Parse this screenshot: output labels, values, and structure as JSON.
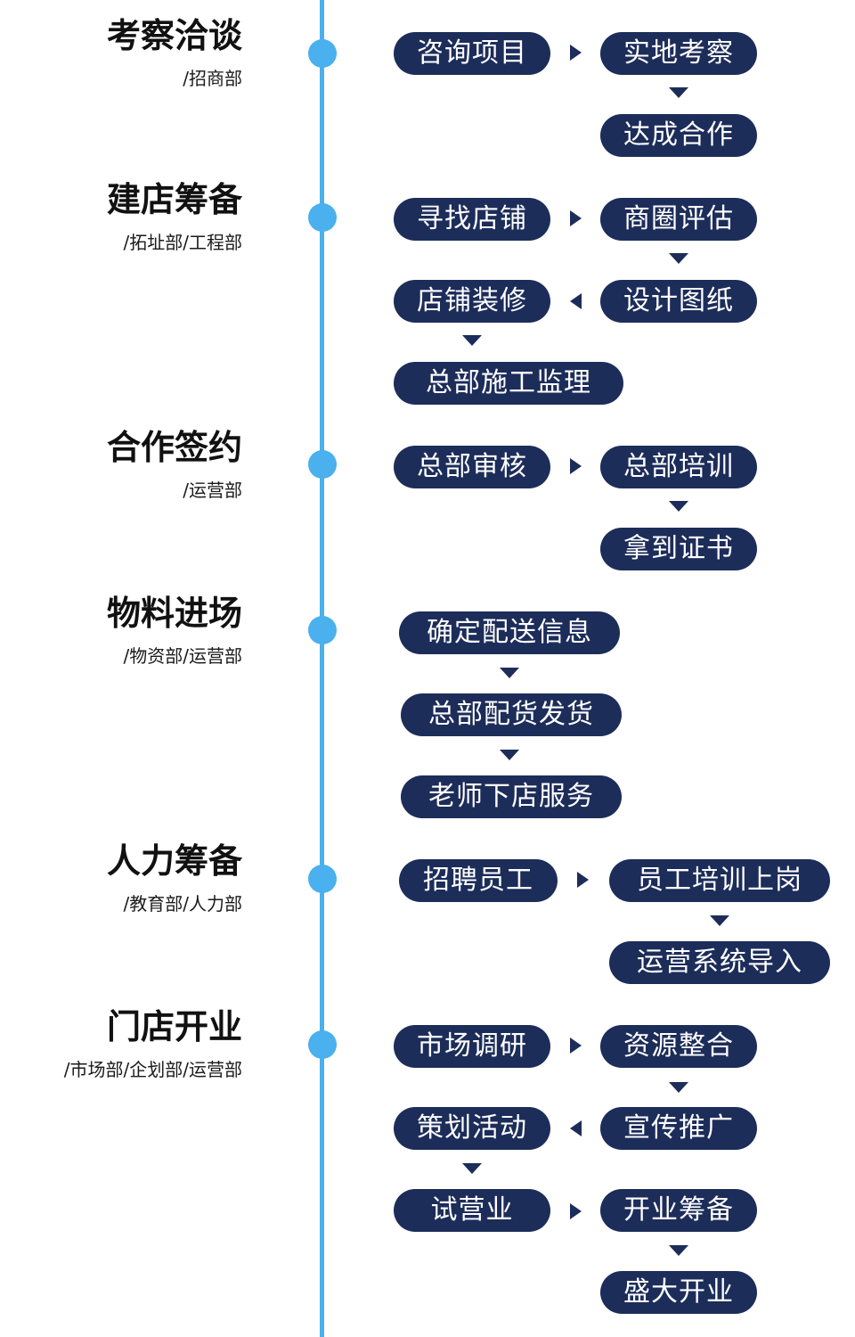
{
  "colors": {
    "timeline": "#4ab0ee",
    "pill_bg": "#1d2d5a",
    "pill_text": "#ffffff",
    "title_text": "#111111"
  },
  "phases": [
    {
      "title": "考察洽谈",
      "dept": "/招商部",
      "steps": [
        "咨询项目",
        "实地考察",
        "达成合作"
      ],
      "arrows": [
        "right",
        "down"
      ]
    },
    {
      "title": "建店筹备",
      "dept": "/拓址部/工程部",
      "steps": [
        "寻找店铺",
        "商圈评估",
        "设计图纸",
        "店铺装修",
        "总部施工监理"
      ],
      "arrows": [
        "right",
        "down",
        "left",
        "down"
      ]
    },
    {
      "title": "合作签约",
      "dept": "/运营部",
      "steps": [
        "总部审核",
        "总部培训",
        "拿到证书"
      ],
      "arrows": [
        "right",
        "down"
      ]
    },
    {
      "title": "物料进场",
      "dept": "/物资部/运营部",
      "steps": [
        "确定配送信息",
        "总部配货发货",
        "老师下店服务"
      ],
      "arrows": [
        "down",
        "down"
      ]
    },
    {
      "title": "人力筹备",
      "dept": "/教育部/人力部",
      "steps": [
        "招聘员工",
        "员工培训上岗",
        "运营系统导入"
      ],
      "arrows": [
        "right",
        "down"
      ]
    },
    {
      "title": "门店开业",
      "dept": "/市场部/企划部/运营部",
      "steps": [
        "市场调研",
        "资源整合",
        "宣传推广",
        "策划活动",
        "试营业",
        "开业筹备",
        "盛大开业"
      ],
      "arrows": [
        "right",
        "down",
        "left",
        "down",
        "right",
        "down"
      ]
    }
  ]
}
